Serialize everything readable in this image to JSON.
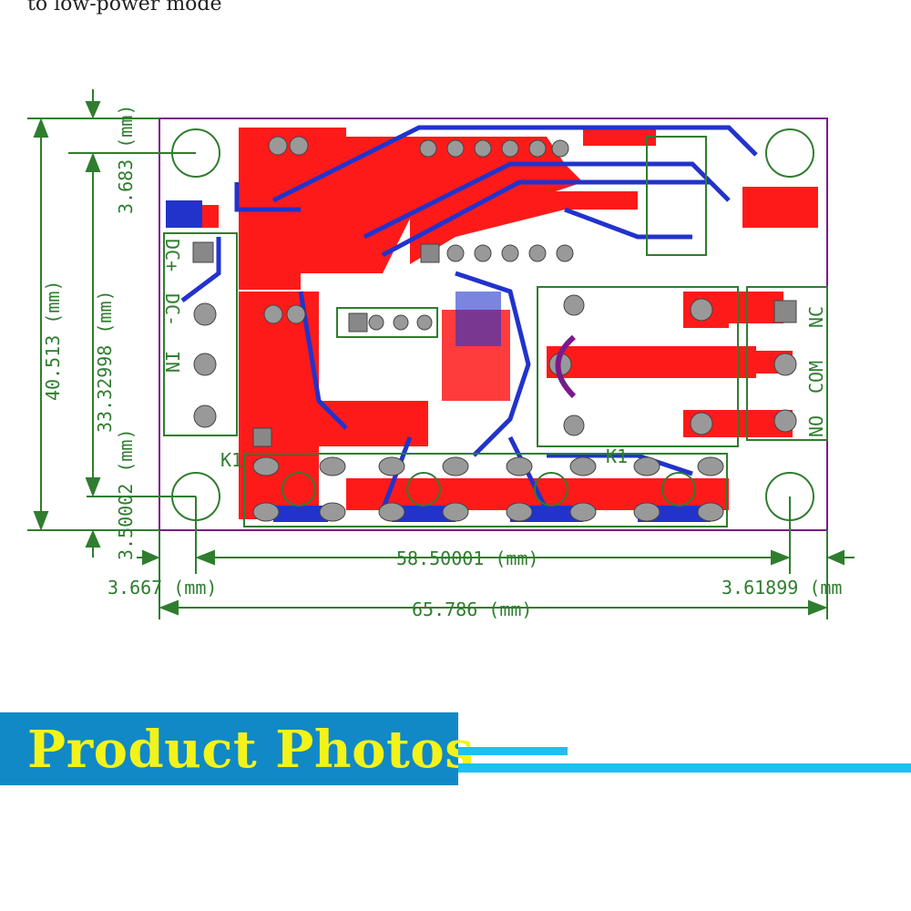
{
  "caption": "to low-power mode",
  "dimensions": {
    "board_height": "40.513 (mm)",
    "hole_pitch_vertical": "33.32998 (mm)",
    "top_offset": "3.683 (mm)",
    "bottom_offset": "3.50002 (mm)",
    "hole_pitch_horizontal": "58.50001 (mm)",
    "left_offset": "3.667 (mm)",
    "right_offset": "3.61899 (mm",
    "board_width": "65.786 (mm)"
  },
  "silkscreen": {
    "dc_plus": "DC+",
    "dc_minus": "DC-",
    "in": "IN",
    "no": "NO",
    "com": "COM",
    "nc": "NC",
    "relay_ref": "K1",
    "relay_ref2": "K1"
  },
  "banner": {
    "title": "Product Photos"
  },
  "colors": {
    "top_copper": "#ff1a1a",
    "bottom_copper": "#2233cc",
    "outline": "#7a1a8a",
    "dimension": "#2f7d2f",
    "banner_bg": "#1189c6",
    "banner_text": "#f3f31a",
    "accent_line": "#1ec0f0"
  }
}
